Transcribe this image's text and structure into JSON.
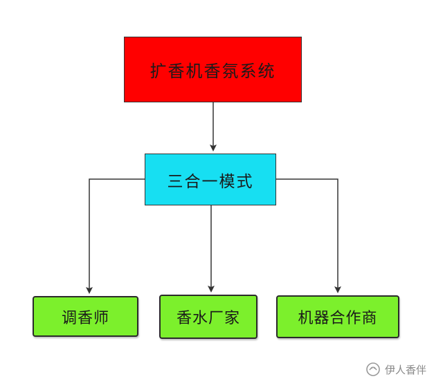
{
  "diagram": {
    "root": {
      "label": "扩香机香氛系统"
    },
    "middle": {
      "label": "三合一模式"
    },
    "leaves": [
      {
        "label": "调香师"
      },
      {
        "label": "香水厂家"
      },
      {
        "label": "机器合作商"
      }
    ]
  },
  "watermark": {
    "text": "伊人香伴"
  },
  "colors": {
    "root_fill": "#ff0000",
    "middle_fill": "#17dff2",
    "leaf_fill": "#7cf02c",
    "line": "#333333"
  },
  "icons": {
    "watermark_icon": "wechat-official-account-icon"
  }
}
